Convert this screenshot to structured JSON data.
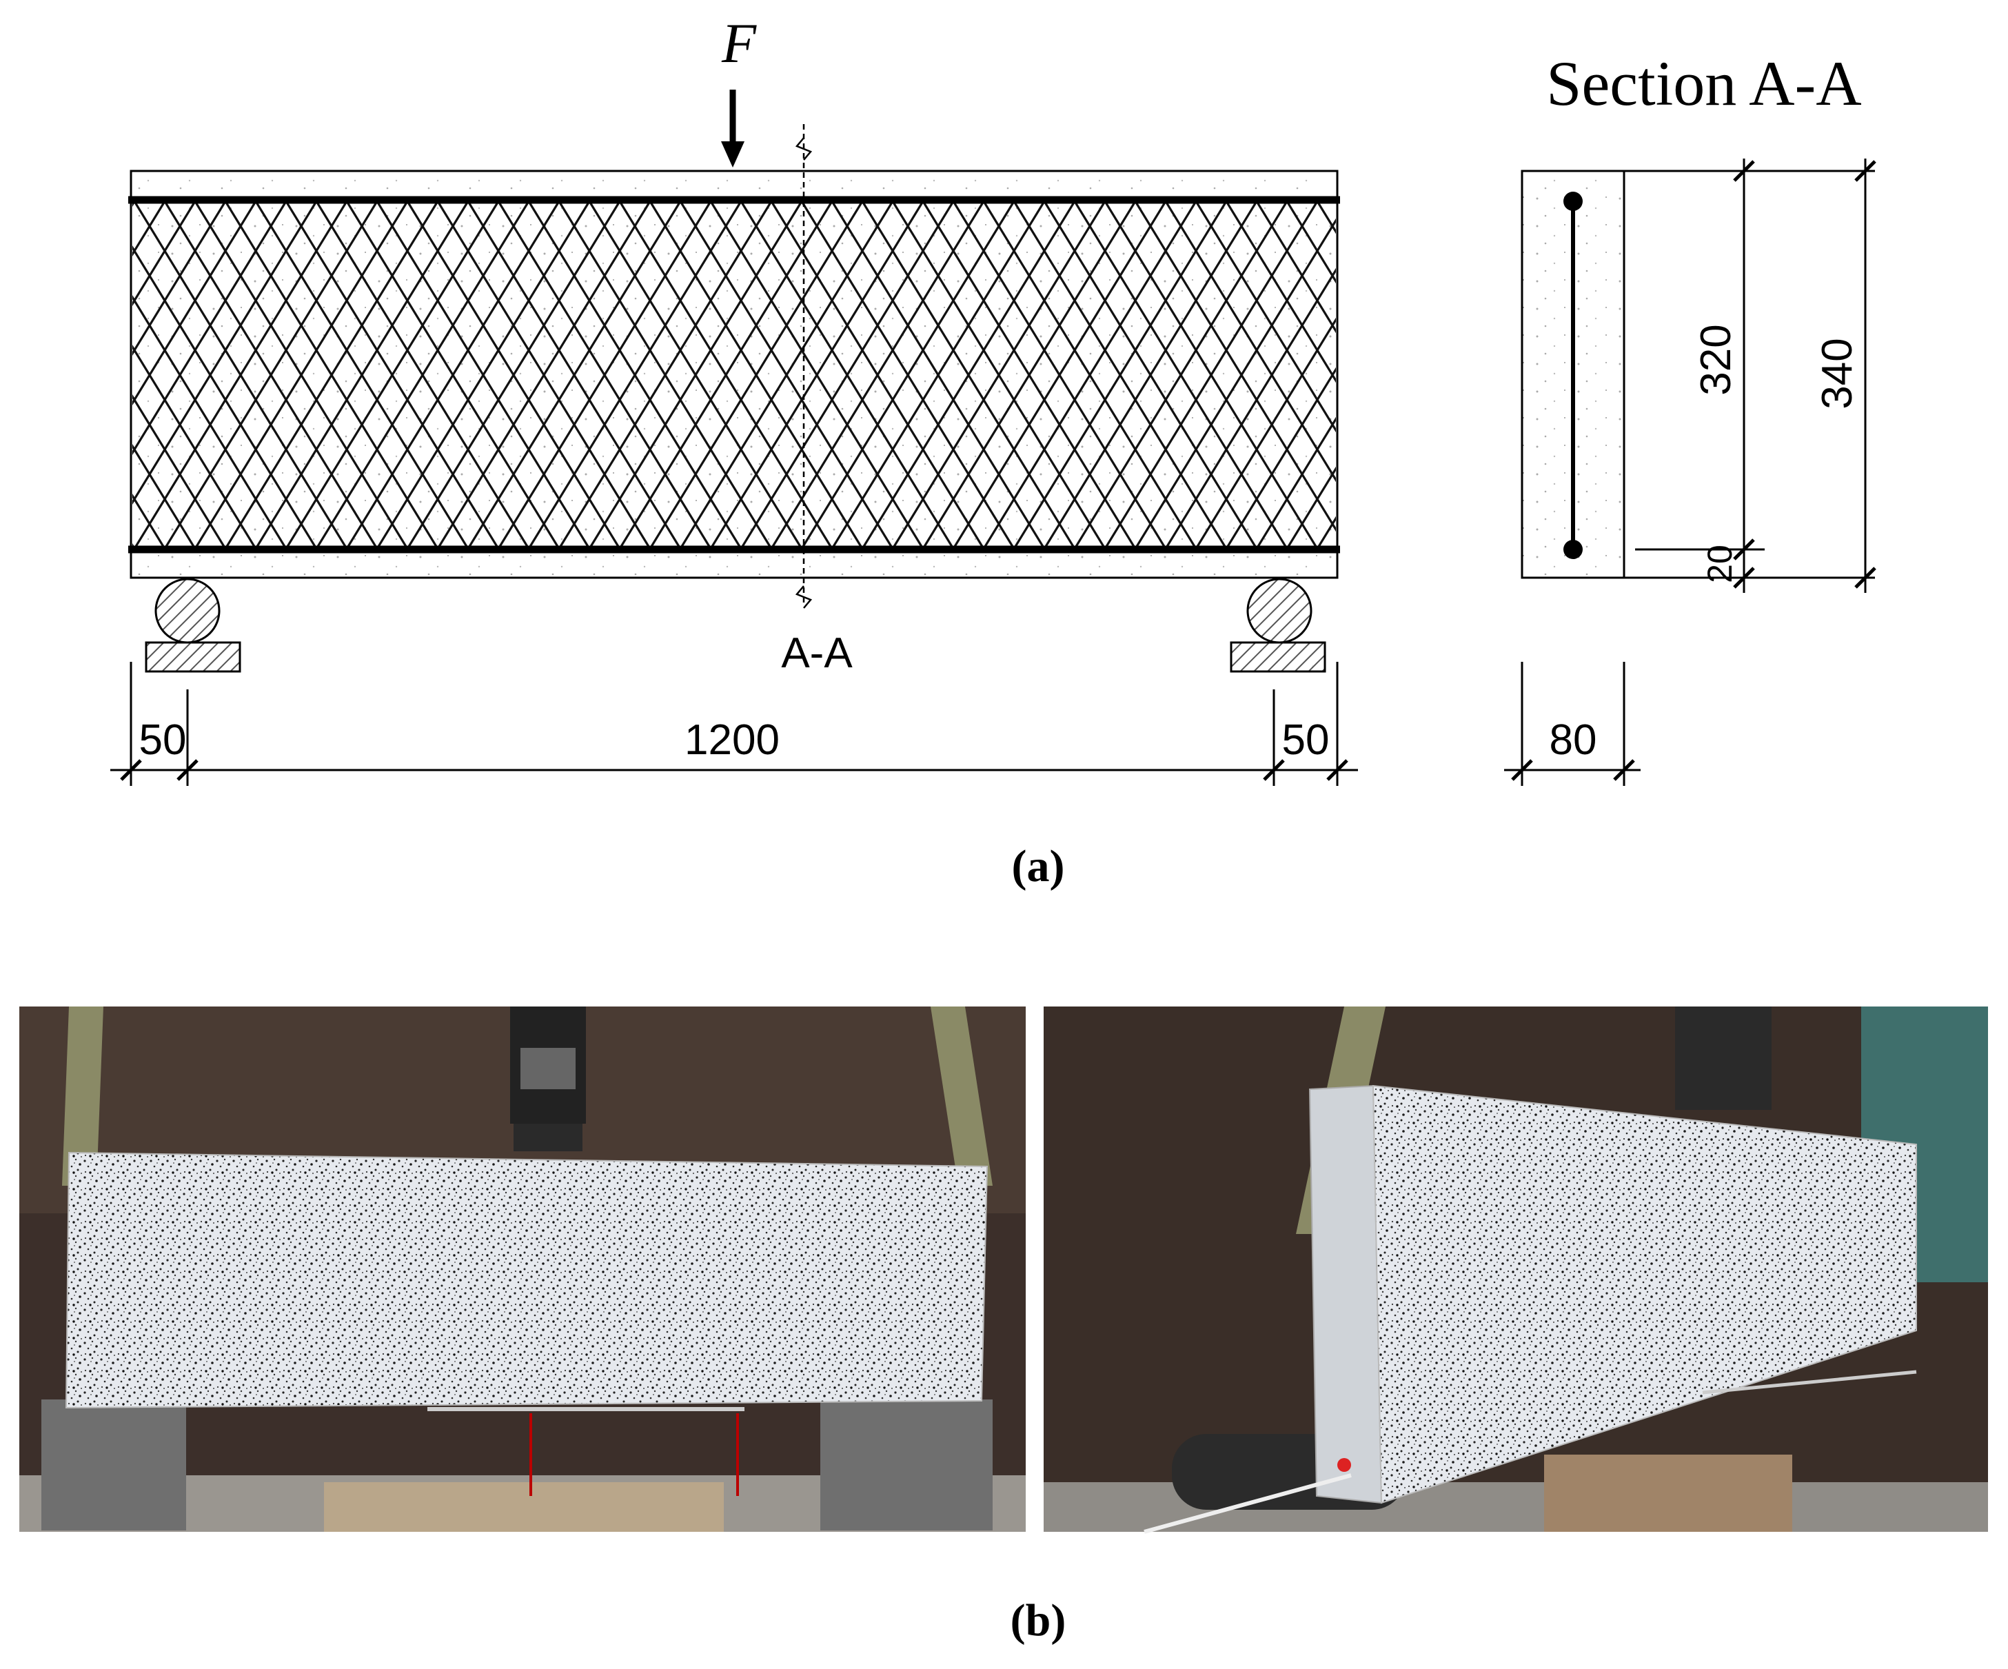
{
  "panel_a": {
    "force_label": "F",
    "cut_label": "A-A",
    "section_title": "Section A-A",
    "dims_beam": {
      "left_overhang": "50",
      "span": "1200",
      "right_overhang": "50"
    },
    "dims_section": {
      "width": "80",
      "inner_height": "320",
      "total_height": "340",
      "cover": "20"
    },
    "caption": "(a)"
  },
  "panel_b": {
    "caption": "(b)",
    "photos": [
      "beam-front-view-photo",
      "beam-perspective-view-photo"
    ]
  },
  "colors": {
    "line": "#000000",
    "concrete": "#ffffff",
    "hatch": "#555555",
    "background": "#3c2f2a",
    "speckle_face": "#e4e7ec"
  }
}
